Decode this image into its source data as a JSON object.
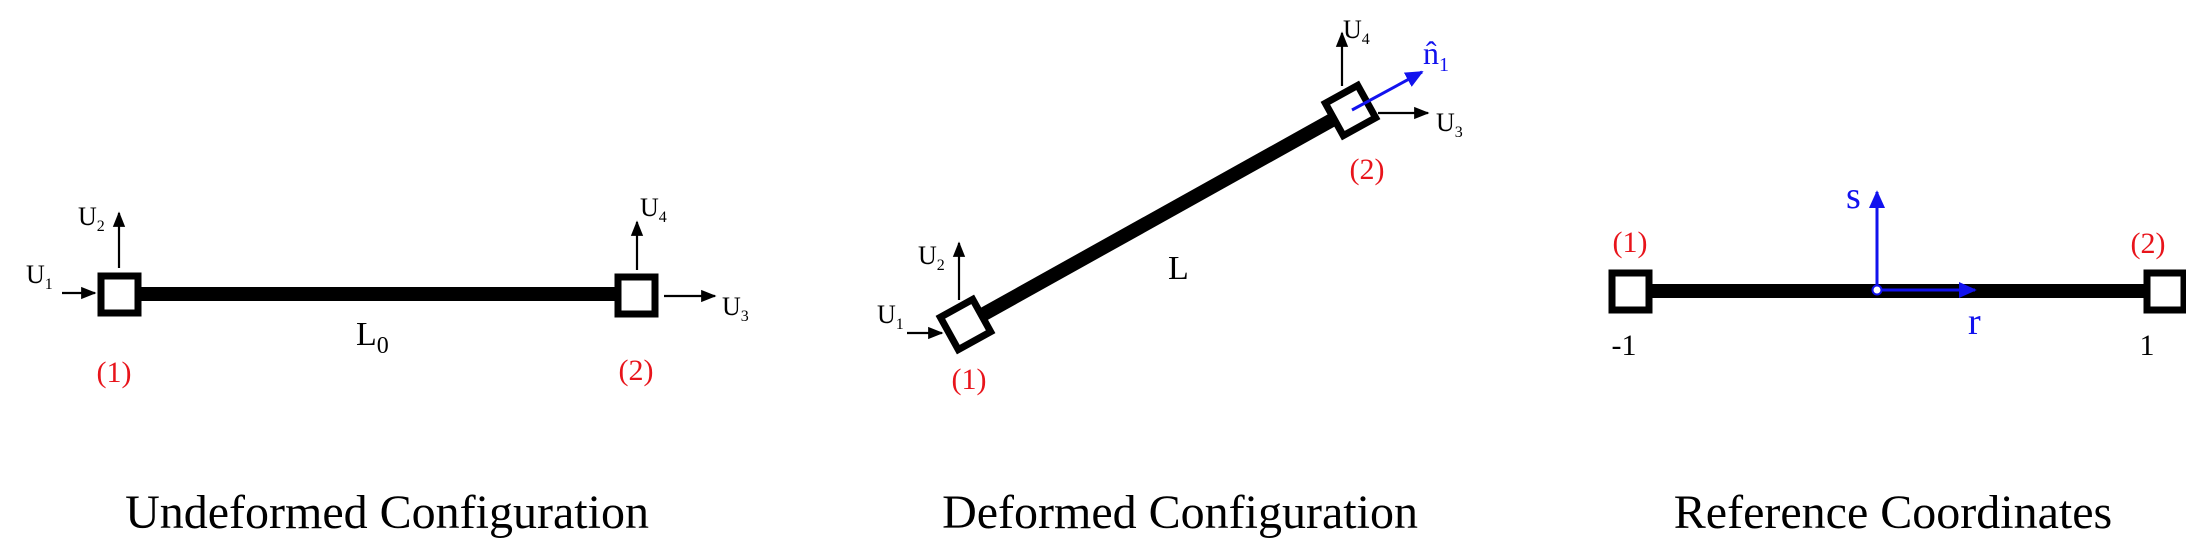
{
  "panels": {
    "undeformed": {
      "caption": "Undeformed Configuration",
      "length_label": "L",
      "length_sub": "0",
      "node1": "(1)",
      "node2": "(2)",
      "dofs": [
        {
          "base": "U",
          "sub": "1"
        },
        {
          "base": "U",
          "sub": "2"
        },
        {
          "base": "U",
          "sub": "3"
        },
        {
          "base": "U",
          "sub": "4"
        }
      ]
    },
    "deformed": {
      "caption": "Deformed Configuration",
      "length_label": "L",
      "node1": "(1)",
      "node2": "(2)",
      "normal_label": "n̂",
      "normal_sub": "1",
      "dofs": [
        {
          "base": "U",
          "sub": "1"
        },
        {
          "base": "U",
          "sub": "2"
        },
        {
          "base": "U",
          "sub": "3"
        },
        {
          "base": "U",
          "sub": "4"
        }
      ]
    },
    "reference": {
      "caption": "Reference Coordinates",
      "node1": "(1)",
      "node2": "(2)",
      "left_coord": "-1",
      "right_coord": "1",
      "axis_r": "r",
      "axis_s": "s"
    }
  },
  "colors": {
    "node_label": "#e8141b",
    "reference_axes": "#1212ee",
    "bar": "#000000"
  }
}
